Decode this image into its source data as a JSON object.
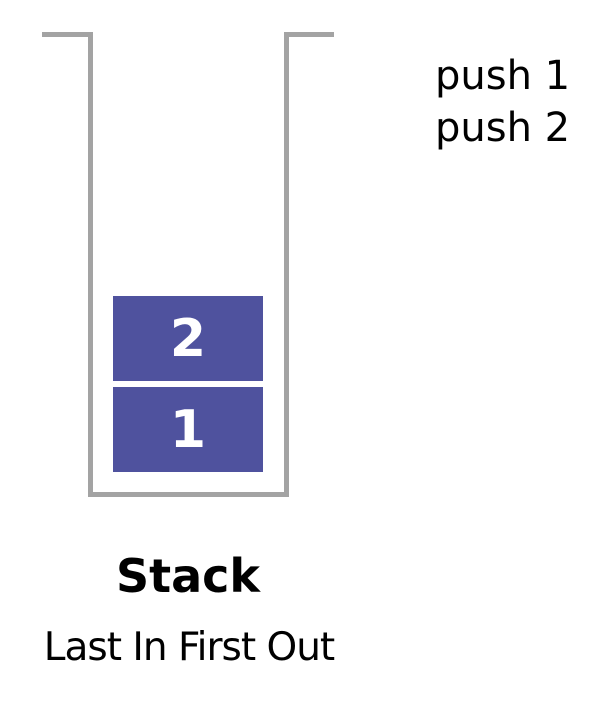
{
  "diagram": {
    "title": "Stack",
    "subtitle": "Last In First Out",
    "operations": [
      "push 1",
      "push 2"
    ],
    "items": [
      "2",
      "1"
    ],
    "colors": {
      "block": "#4f529e",
      "block_text": "#ffffff",
      "container_line": "#a3a3a3",
      "text": "#000000"
    }
  }
}
